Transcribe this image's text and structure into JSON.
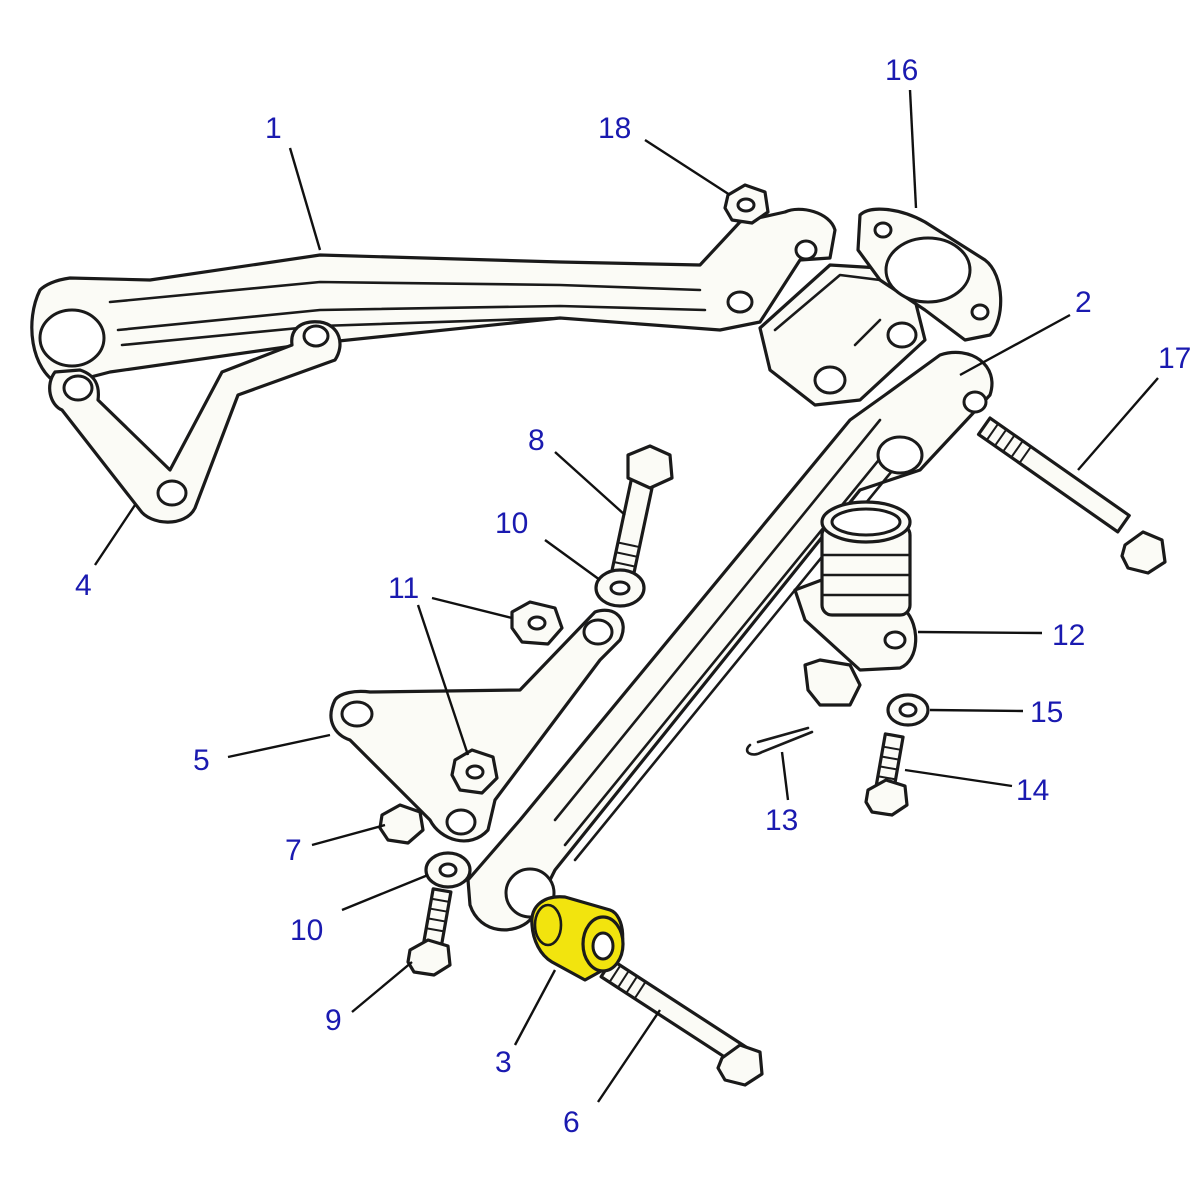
{
  "colors": {
    "callout": "#1a1ab0",
    "line": "#1a1a1a",
    "highlight": "#f2e40e",
    "part_fill": "#fbfbf6"
  },
  "callouts": {
    "c1": "1",
    "c2": "2",
    "c3": "3",
    "c4": "4",
    "c5": "5",
    "c6": "6",
    "c7": "7",
    "c8": "8",
    "c9": "9",
    "c10a": "10",
    "c10b": "10",
    "c11": "11",
    "c12": "12",
    "c13": "13",
    "c14": "14",
    "c15": "15",
    "c16": "16",
    "c17": "17",
    "c18": "18"
  },
  "highlighted_part": "3"
}
